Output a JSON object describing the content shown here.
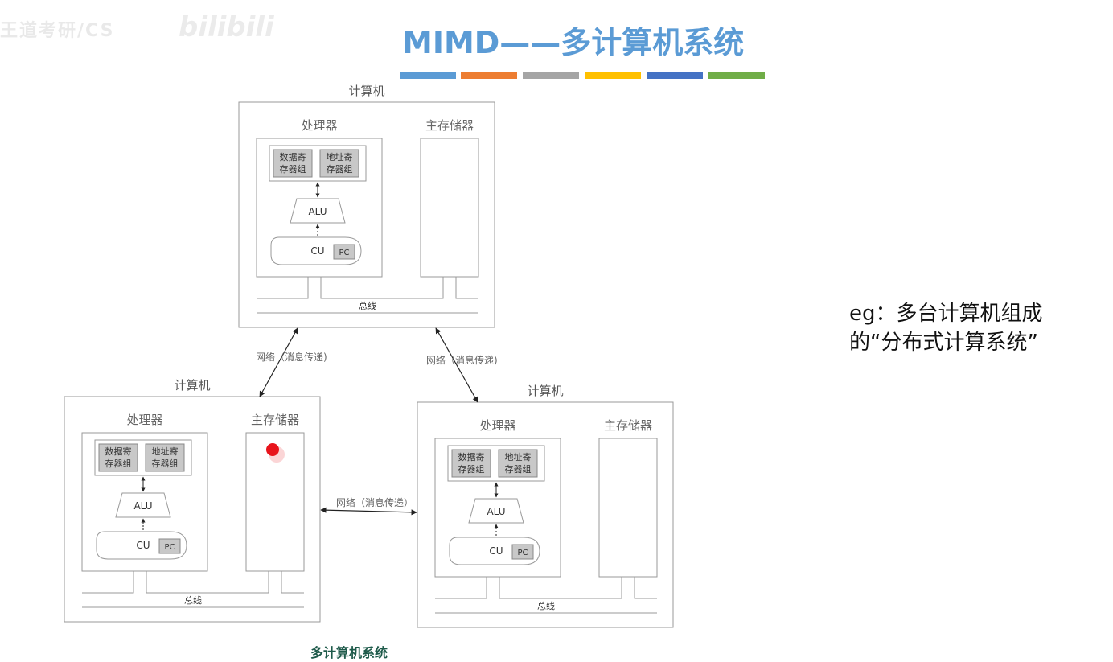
{
  "watermark": {
    "text": "王道考研/CS",
    "logo": "bilibili"
  },
  "title": "MIMD——多计算机系统",
  "color_bars": [
    "#5b9bd5",
    "#ed7d31",
    "#a5a5a5",
    "#ffc000",
    "#4472c4",
    "#70ad47"
  ],
  "computer": {
    "label": "计算机",
    "processor": "处理器",
    "memory": "主存储器",
    "data_regs": [
      "数据寄",
      "存器组"
    ],
    "addr_regs": [
      "地址寄",
      "存器组"
    ],
    "alu": "ALU",
    "cu": "CU",
    "pc": "PC",
    "bus": "总线"
  },
  "network_label": "网络（消息传递)",
  "network_label_bottom": "网络（消息传递）",
  "side_note": {
    "line1": "eg：多台计算机组成",
    "line2": "的“分布式计算系统”"
  },
  "caption": "多计算机系统",
  "colors": {
    "box_stroke": "#999999",
    "reg_fill": "#c8c8c8",
    "text": "#555555",
    "marker": "#e8141c"
  }
}
